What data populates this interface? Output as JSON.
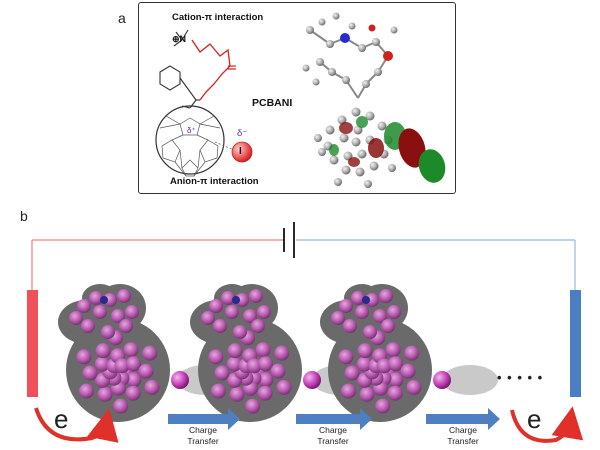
{
  "panel_a": {
    "label": "a",
    "cation_text": "Cation-π interaction",
    "anion_text": "Anion-π interaction",
    "molecule_name": "PCBANI",
    "iodide_symbol": "I",
    "delta_minus": "δ⁻",
    "delta_plus": "δ⁺",
    "n_plus": "⊕N"
  },
  "panel_b": {
    "label": "b",
    "electron_left": "e",
    "electron_right": "e",
    "charge_transfer": [
      {
        "line1": "Charge",
        "line2": "Transfer"
      },
      {
        "line1": "Charge",
        "line2": "Transfer"
      },
      {
        "line1": "Charge",
        "line2": "Transfer"
      }
    ],
    "ellipsis": "• • • • •"
  },
  "colors": {
    "left_electrode": "#f0505a",
    "right_electrode": "#4a7fc1",
    "arrow_blue": "#4f7fc0",
    "molecule_magenta": "#b05aa8",
    "red_arrow": "#e0302a"
  }
}
